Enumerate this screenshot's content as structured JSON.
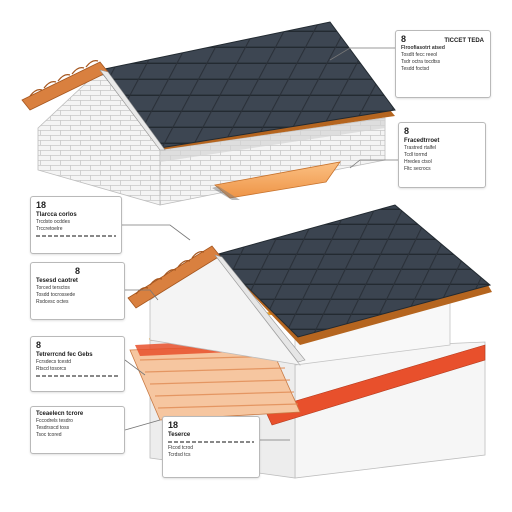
{
  "colors": {
    "tile": "#3d4652",
    "tile_dark": "#2a3038",
    "ridge": "#d9803f",
    "membrane": "#b5651f",
    "insulation": "#f4a35a",
    "red_strip": "#e8502c",
    "wall": "#f3f3f3",
    "brick_line": "#c9c9c9"
  },
  "callouts": [
    {
      "id": "c1",
      "num": "8",
      "title": "TICCET TEDA",
      "lines": [
        "Flroofiasotrt atsed",
        "Tosdlt fecc reeol",
        "Tsdr octra tocdtss",
        "Tesdd foctsd"
      ]
    },
    {
      "id": "c2",
      "num": "8",
      "title": "Fracedtrroet",
      "lines": [
        "Trastred rtalfel",
        "Tcdl torrnd",
        "Hredes ctsol",
        "Fltc secrocs"
      ]
    },
    {
      "id": "c3",
      "num": "18",
      "title": "Tlarcca corlos",
      "lines": [
        "Trcdsto ocddes",
        "Trccretoelre"
      ]
    },
    {
      "id": "c4",
      "num": "8",
      "title": "Tesesd caotret",
      "lines": [
        "Torced tersctos",
        "Tosdd tocrossede",
        "Rsdcesc octes"
      ]
    },
    {
      "id": "c5",
      "num": "8",
      "title": "Tetrerrcnd fec Gebs",
      "lines": [
        "Fcrsdecs tcestd",
        "Rtscd tosorcs"
      ]
    },
    {
      "id": "c6",
      "num": "",
      "title": "Tceaelecn tcrore",
      "lines": [
        "Fccodrels tesdro",
        "Tesdrsscd toss",
        "Tsoc tcored"
      ]
    },
    {
      "id": "c7",
      "num": "18",
      "title": "Teserce",
      "lines": [
        "Ftcod tcrod",
        "Tcrdsd tcs"
      ]
    }
  ]
}
